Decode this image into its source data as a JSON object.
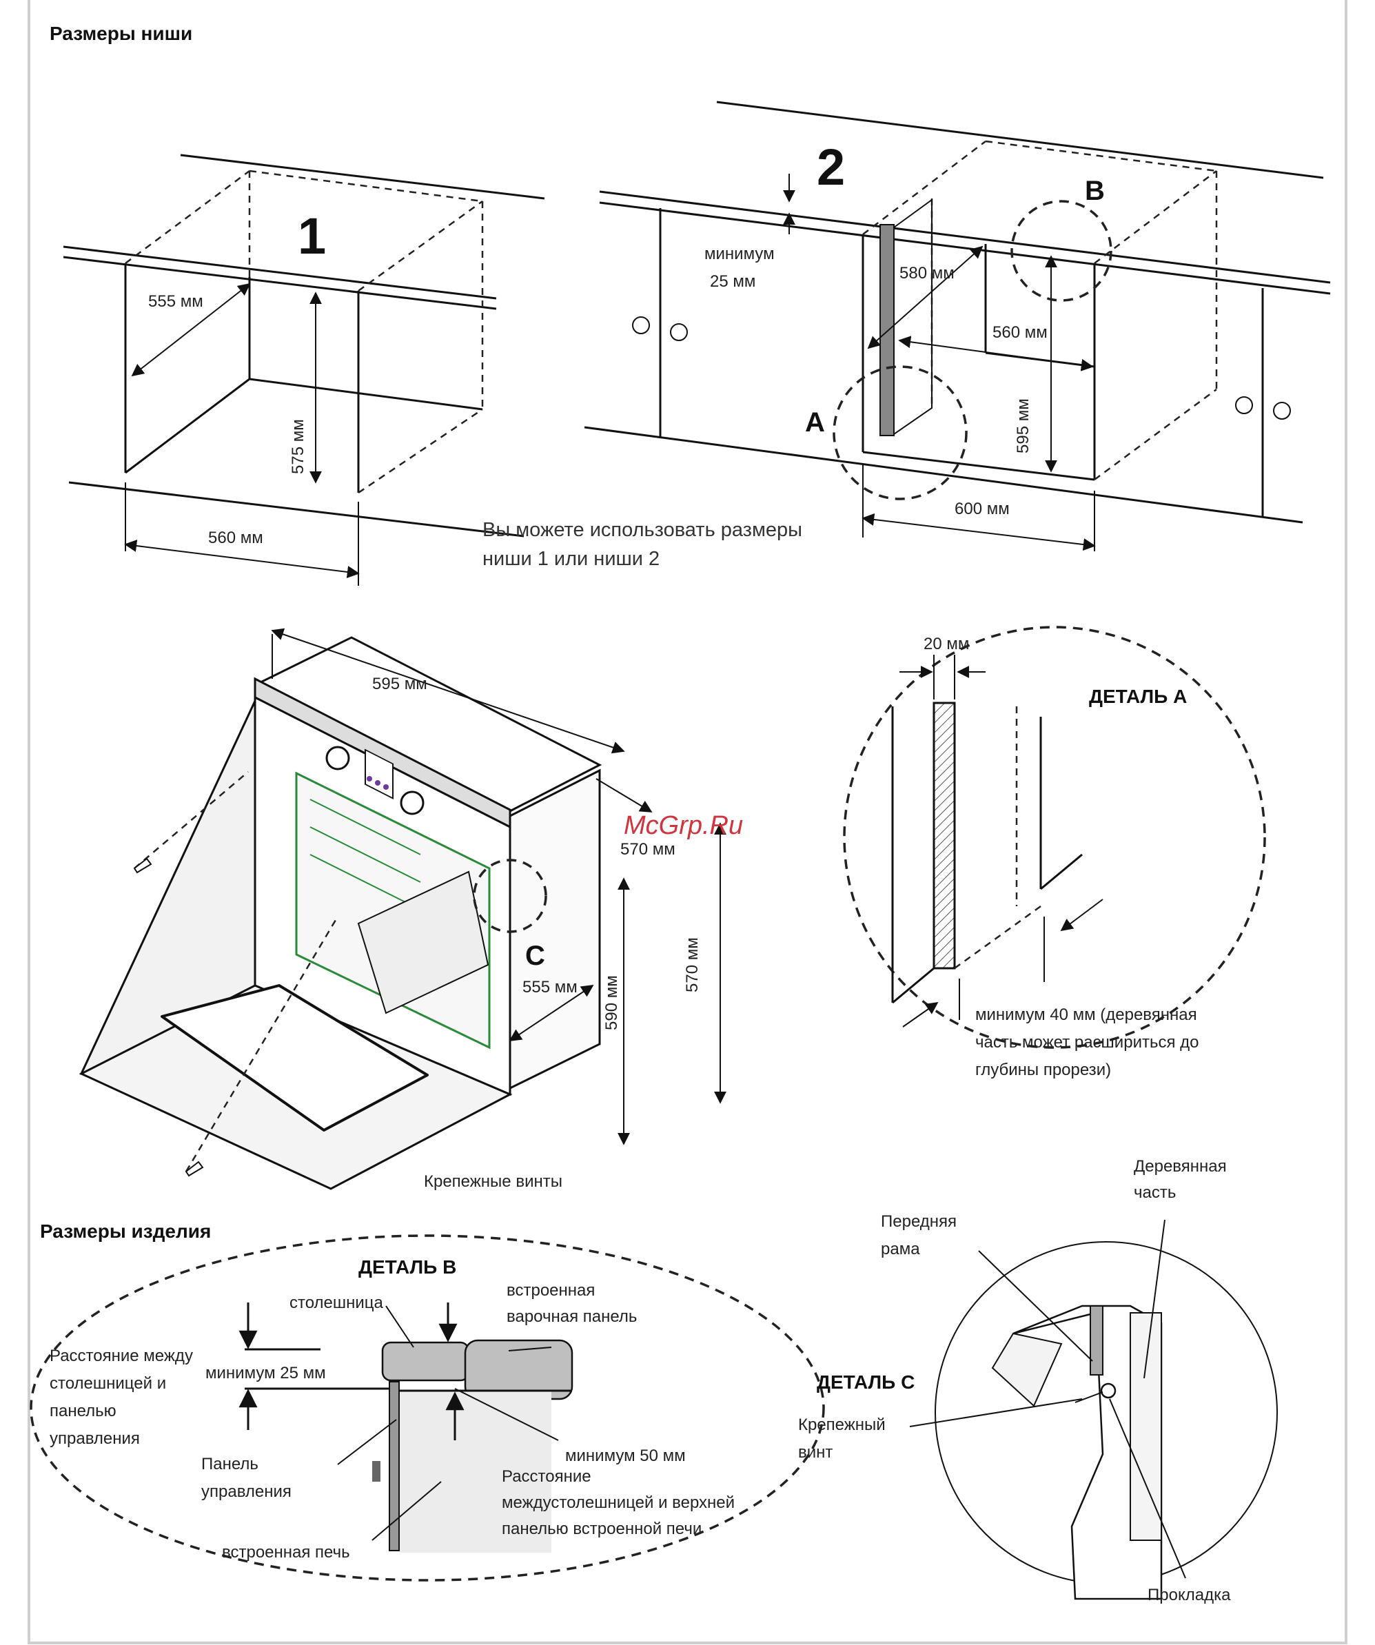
{
  "headings": {
    "niche_title": "Размеры ниши",
    "product_title": "Размеры изделия"
  },
  "niche1": {
    "number": "1",
    "depth": "555 мм",
    "height": "575 мм",
    "width": "560 мм"
  },
  "niche2": {
    "number": "2",
    "min_gap": "минимум",
    "min_gap_value": "25 мм",
    "depth": "580 мм",
    "inner_width": "560 мм",
    "height": "595 мм",
    "width": "600 мм",
    "point_a": "A",
    "point_b": "B"
  },
  "niche_note": {
    "line1": "Вы можете использовать размеры",
    "line2": "ниши 1 или ниши 2"
  },
  "oven": {
    "width": "595 мм",
    "depth_top": "570 мм",
    "height_outer": "570 мм",
    "height_front": "590 мм",
    "depth_side": "555 мм",
    "point_c": "C",
    "screws": "Крепежные винты"
  },
  "watermark": "McGrp.Ru",
  "detail_a": {
    "title": "ДЕТАЛЬ А",
    "gap": "20 мм",
    "note1": "минимум 40 мм (деревянная",
    "note2": "часть может расшириться до",
    "note3": "глубины прорези)"
  },
  "detail_b": {
    "title": "ДЕТАЛЬ В",
    "countertop": "столешница",
    "hob1": "встроенная",
    "hob2": "варочная панель",
    "dist1": "Расстояние между",
    "dist2": "столешницей и",
    "dist3": "панелью",
    "dist4": "управления",
    "min25": "минимум 25 мм",
    "min50": "минимум 50 мм",
    "panel1": "Панель",
    "panel2": "управления",
    "oven_label": "встроенная печь",
    "top1": "Расстояние",
    "top2": "междустолешницей и верхней",
    "top3": "панелью встроенной печи"
  },
  "detail_c": {
    "title": "ДЕТАЛЬ С",
    "wood1": "Деревянная",
    "wood2": "часть",
    "frame1": "Передняя",
    "frame2": "рама",
    "screw1": "Крепежный",
    "screw2": "винт",
    "gasket": "Прокладка"
  }
}
